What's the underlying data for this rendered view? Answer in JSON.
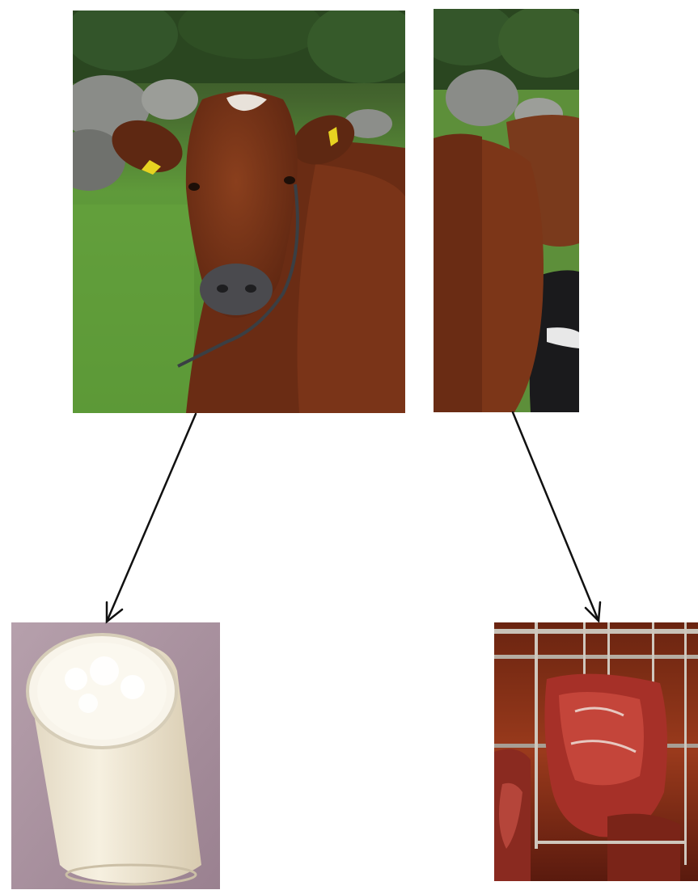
{
  "diagram": {
    "images": [
      {
        "id": "cow-left",
        "depicts": "cow-head-photo"
      },
      {
        "id": "cow-right",
        "depicts": "cow-body-photo"
      },
      {
        "id": "milk",
        "depicts": "glass-of-milk-photo"
      },
      {
        "id": "meat",
        "depicts": "hanging-meat-photo"
      }
    ],
    "arrows": [
      {
        "from": "cow-left",
        "to": "milk"
      },
      {
        "from": "cow-right",
        "to": "meat"
      }
    ],
    "colors": {
      "arrow": "#111111",
      "cow_coat": "#7a3418",
      "grass": "#5f9a3a",
      "milk": "#f1ead8",
      "milk_background": "#a8909c",
      "meat": "#a63028"
    }
  }
}
